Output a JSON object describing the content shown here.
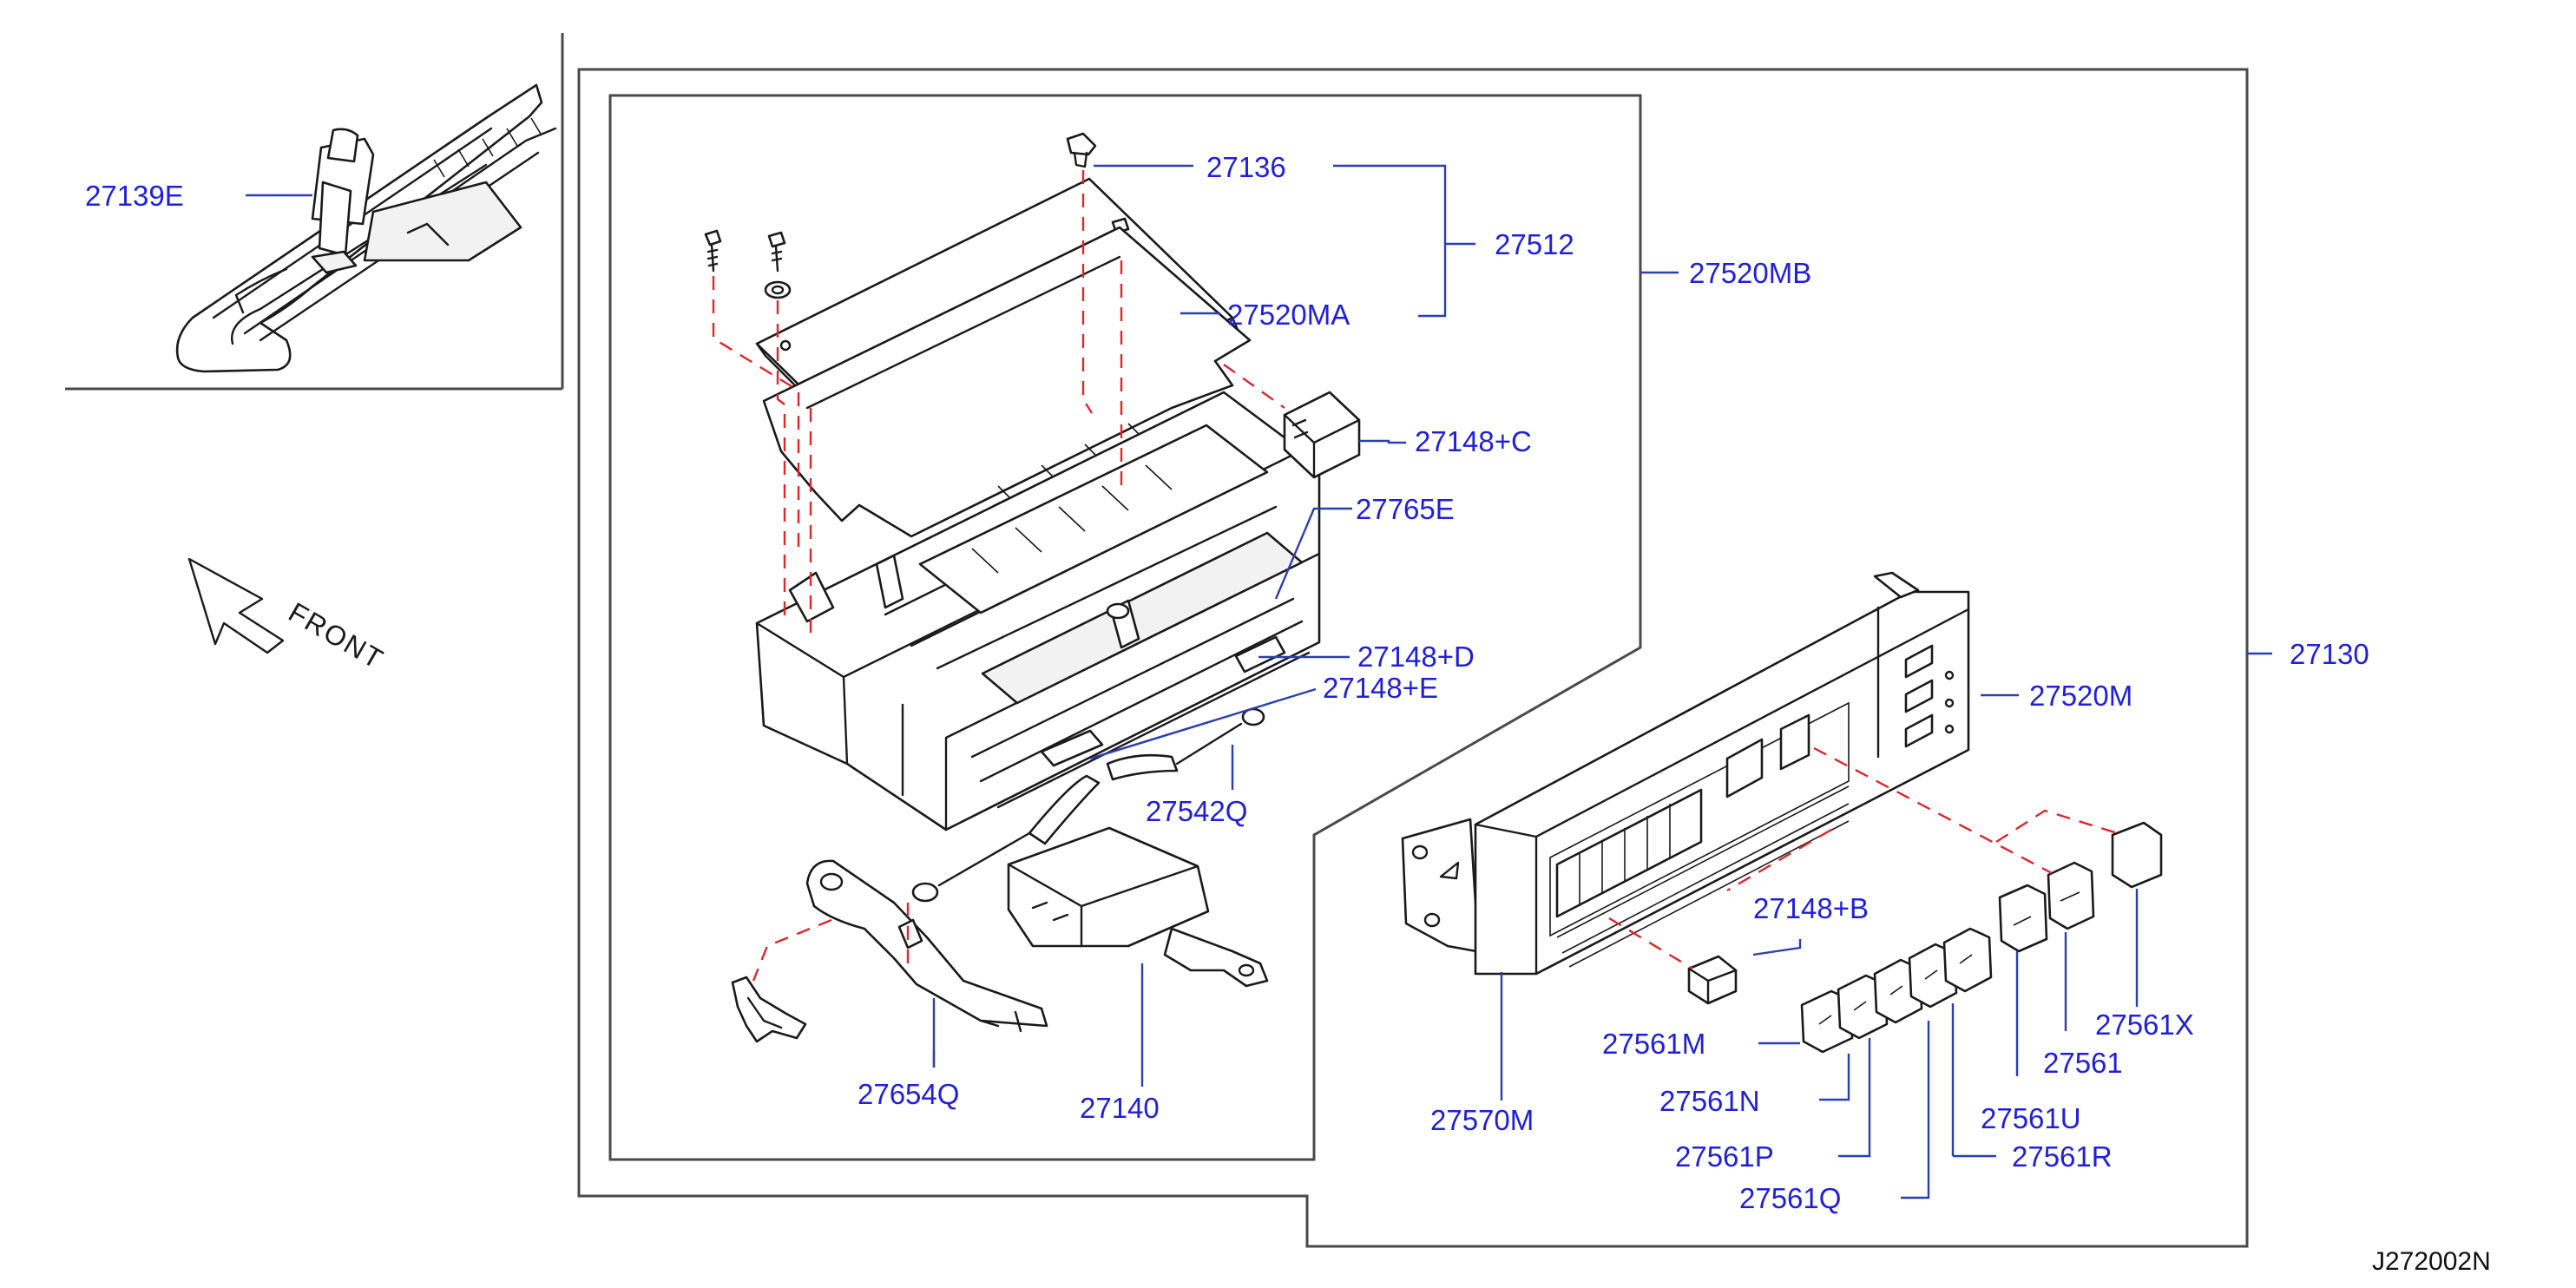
{
  "diagram_code": "J272002N",
  "front_label": "FRONT",
  "callouts": {
    "p27139E": "27139E",
    "p27136": "27136",
    "p27512": "27512",
    "p27520MB": "27520MB",
    "p27520MA": "27520MA",
    "p27148C": "27148+C",
    "p27765E": "27765E",
    "p27148D": "27148+D",
    "p27148E": "27148+E",
    "p27542Q": "27542Q",
    "p27654Q": "27654Q",
    "p27140": "27140",
    "p27130": "27130",
    "p27520M": "27520M",
    "p27148B": "27148+B",
    "p27570M": "27570M",
    "p27561M": "27561M",
    "p27561N": "27561N",
    "p27561P": "27561P",
    "p27561Q": "27561Q",
    "p27561R": "27561R",
    "p27561U": "27561U",
    "p27561": "27561",
    "p27561X": "27561X"
  },
  "colors": {
    "callout_text": "#2020d8",
    "leader_line": "#2a3fb0",
    "hidden_line": "#e0262a",
    "outline": "#1a1a1a"
  }
}
